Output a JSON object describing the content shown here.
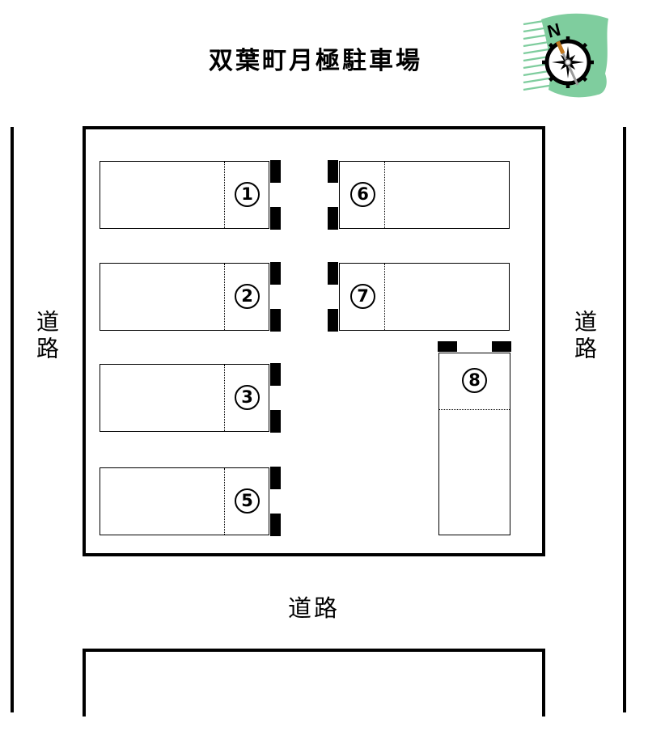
{
  "title": "双葉町月極駐車場",
  "compass": {
    "direction_label": "N"
  },
  "roads": {
    "left": "道路",
    "right": "道路",
    "bottom": "道路"
  },
  "spaces": [
    {
      "number": "1"
    },
    {
      "number": "2"
    },
    {
      "number": "3"
    },
    {
      "number": "5"
    },
    {
      "number": "6"
    },
    {
      "number": "7"
    },
    {
      "number": "8"
    }
  ],
  "colors": {
    "flag_green": "#7FCD9E",
    "needle_orange": "#C07820",
    "ink": "#000000"
  }
}
